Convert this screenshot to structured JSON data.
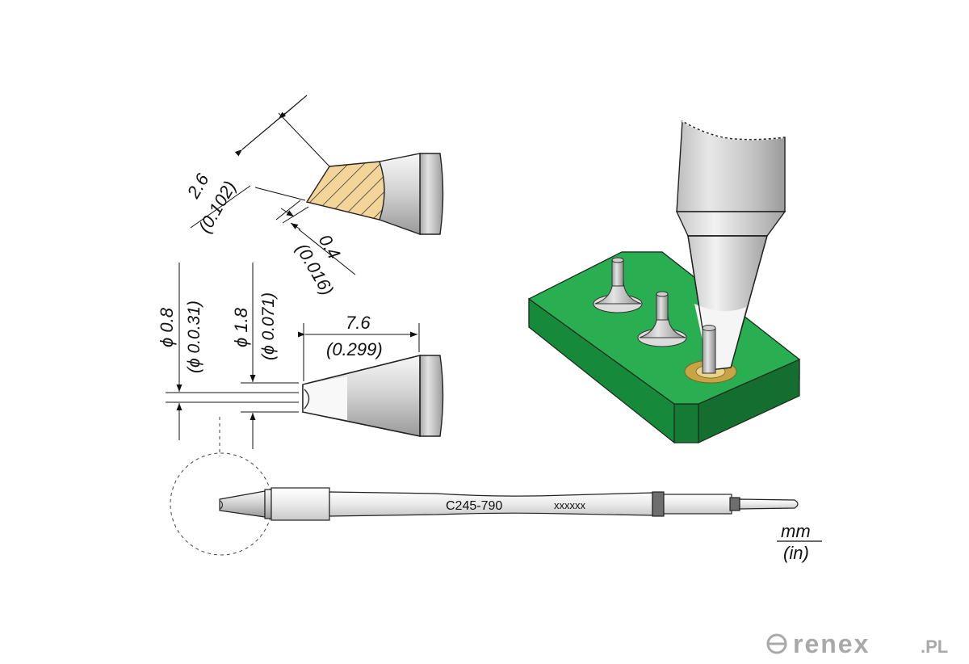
{
  "dimensions": {
    "bevel_width": {
      "mm": "2.6",
      "in": "(0.102)"
    },
    "bevel_tip": {
      "mm": "0.4",
      "in": "(0.016)"
    },
    "diameter_tip": {
      "mm": "ϕ 0.8",
      "in": "(ϕ 0.0.31)"
    },
    "diameter_body": {
      "mm": "ϕ 1.8",
      "in": "(ϕ 0.071)"
    },
    "tip_length": {
      "mm": "7.6",
      "in": "(0.299)"
    }
  },
  "cartridge": {
    "model": "C245-790",
    "serial": "xxxxxx"
  },
  "units": {
    "primary": "mm",
    "secondary": "(in)"
  },
  "watermark": {
    "brand": "renex",
    "suffix": ".PL"
  },
  "colors": {
    "pcb_green": "#1f8a3c",
    "pcb_green_dark": "#156a2c",
    "tin_hatch": "#f3d59a",
    "metal_light": "#e6e6e6",
    "metal_mid": "#b7b7b7",
    "pad_gold": "#c9a447"
  }
}
